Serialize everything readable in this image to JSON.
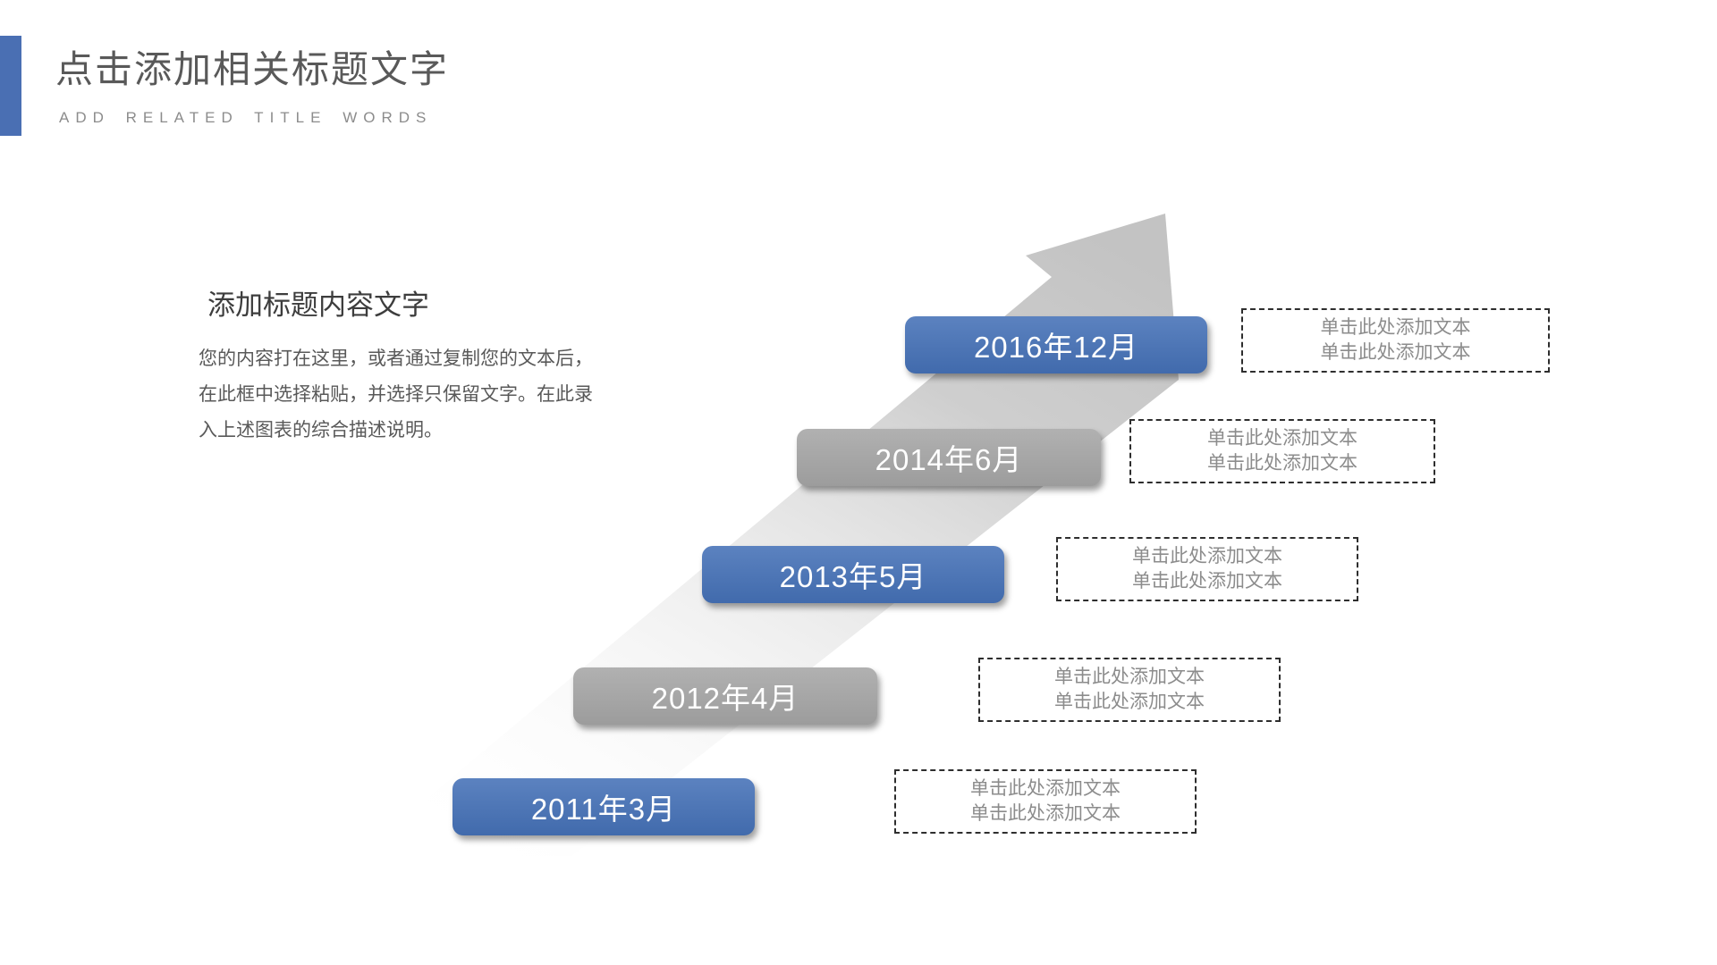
{
  "header": {
    "title": "点击添加相关标题文字",
    "subtitle": "ADD RELATED TITLE WORDS"
  },
  "content": {
    "heading": "添加标题内容文字",
    "body_lines": [
      "您的内容打在这里，或者通过复制您的文本后，",
      "在此框中选择粘贴，并选择只保留文字。在此录",
      "入上述图表的综合描述说明。"
    ]
  },
  "timeline": {
    "placeholder_line": "单击此处添加文本",
    "milestones": [
      {
        "label": "2016年12月",
        "variant": "blue"
      },
      {
        "label": "2014年6月",
        "variant": "gray"
      },
      {
        "label": "2013年5月",
        "variant": "blue"
      },
      {
        "label": "2012年4月",
        "variant": "gray"
      },
      {
        "label": "2011年3月",
        "variant": "blue"
      }
    ]
  },
  "colors": {
    "accent_bar_blue": "#4a6fb3",
    "pill_blue": "#4571b7",
    "pill_gray": "#a6a6a6",
    "arrow_gray": "#c3c3c3",
    "title_gray": "#595959",
    "placeholder_text_gray": "#8c8c8c"
  }
}
